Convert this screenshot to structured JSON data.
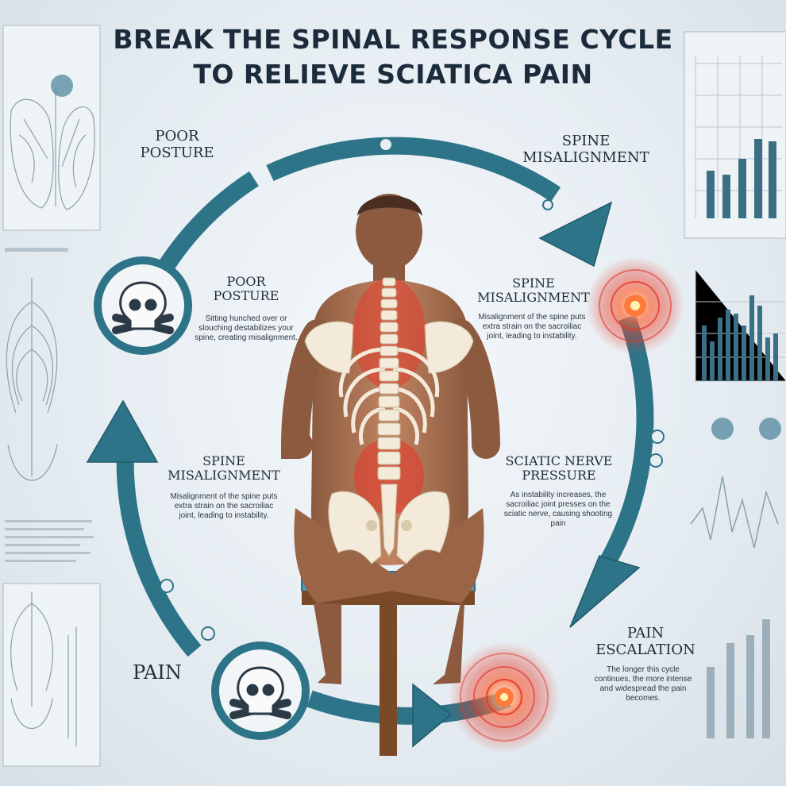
{
  "title": {
    "line1": "BREAK THE SPINAL RESPONSE CYCLE",
    "line2": "TO RELIEVE SCIATICA PAIN"
  },
  "outer_labels": {
    "top_left": "POOR\nPOSTURE",
    "top_right": "SPINE\nMISALIGNMENT",
    "bottom_left": "PAIN",
    "bottom_right": "PAIN\nESCALATION"
  },
  "inner_labels": {
    "posture": {
      "title": "POOR\nPOSTURE",
      "text": "Sitting hunched over or slouching destabilizes your spine, creating misalignment."
    },
    "misalign_right": {
      "title": "SPINE\nMISALIGNMENT",
      "text": "Misalignment of the spine puts extra strain on the sacroiliac joint, leading to instability."
    },
    "misalign_left": {
      "title": "SPINE\nMISALIGNMENT",
      "text": "Misalignment of the spine puts extra strain on the sacroiliac joint, leading to instability."
    },
    "sciatic": {
      "title": "SCIATIC NERVE\nPRESSURE",
      "text": "As instability increases, the sacroiliac joint presses on the sciatic nerve, causing shooting pain"
    },
    "escalation_text": "The longer this cycle continues, the more intense and widespread the pain becomes."
  },
  "colors": {
    "cycle": "#2e7488",
    "cycle_dark": "#215a6b",
    "pain_red": "#e33a2c",
    "bone": "#f3ead9",
    "skin": "#b77a58",
    "chart_bar": "#3a6f86"
  },
  "icons": {
    "hazard_top": "skull-crossbones-icon",
    "hazard_bottom": "skull-crossbones-icon",
    "pain_right": "pain-pulse-icon",
    "pain_bottom": "pain-pulse-icon"
  }
}
